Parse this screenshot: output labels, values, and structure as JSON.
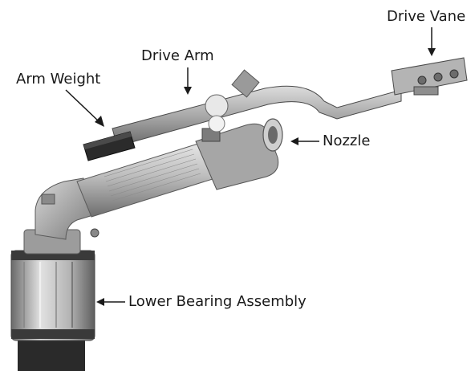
{
  "labels": {
    "drive_vane": "Drive Vane",
    "drive_arm": "Drive Arm",
    "arm_weight": "Arm Weight",
    "nozzle": "Nozzle",
    "lower_bearing_assembly": "Lower Bearing Assembly"
  },
  "colors": {
    "label_text": "#1a1a1a",
    "leader_line": "#1a1a1a",
    "metal_dark": "#5a5a5a",
    "metal_mid": "#9a9a9a",
    "metal_light": "#d6d6d6",
    "weight_block": "#2b2b2b"
  }
}
